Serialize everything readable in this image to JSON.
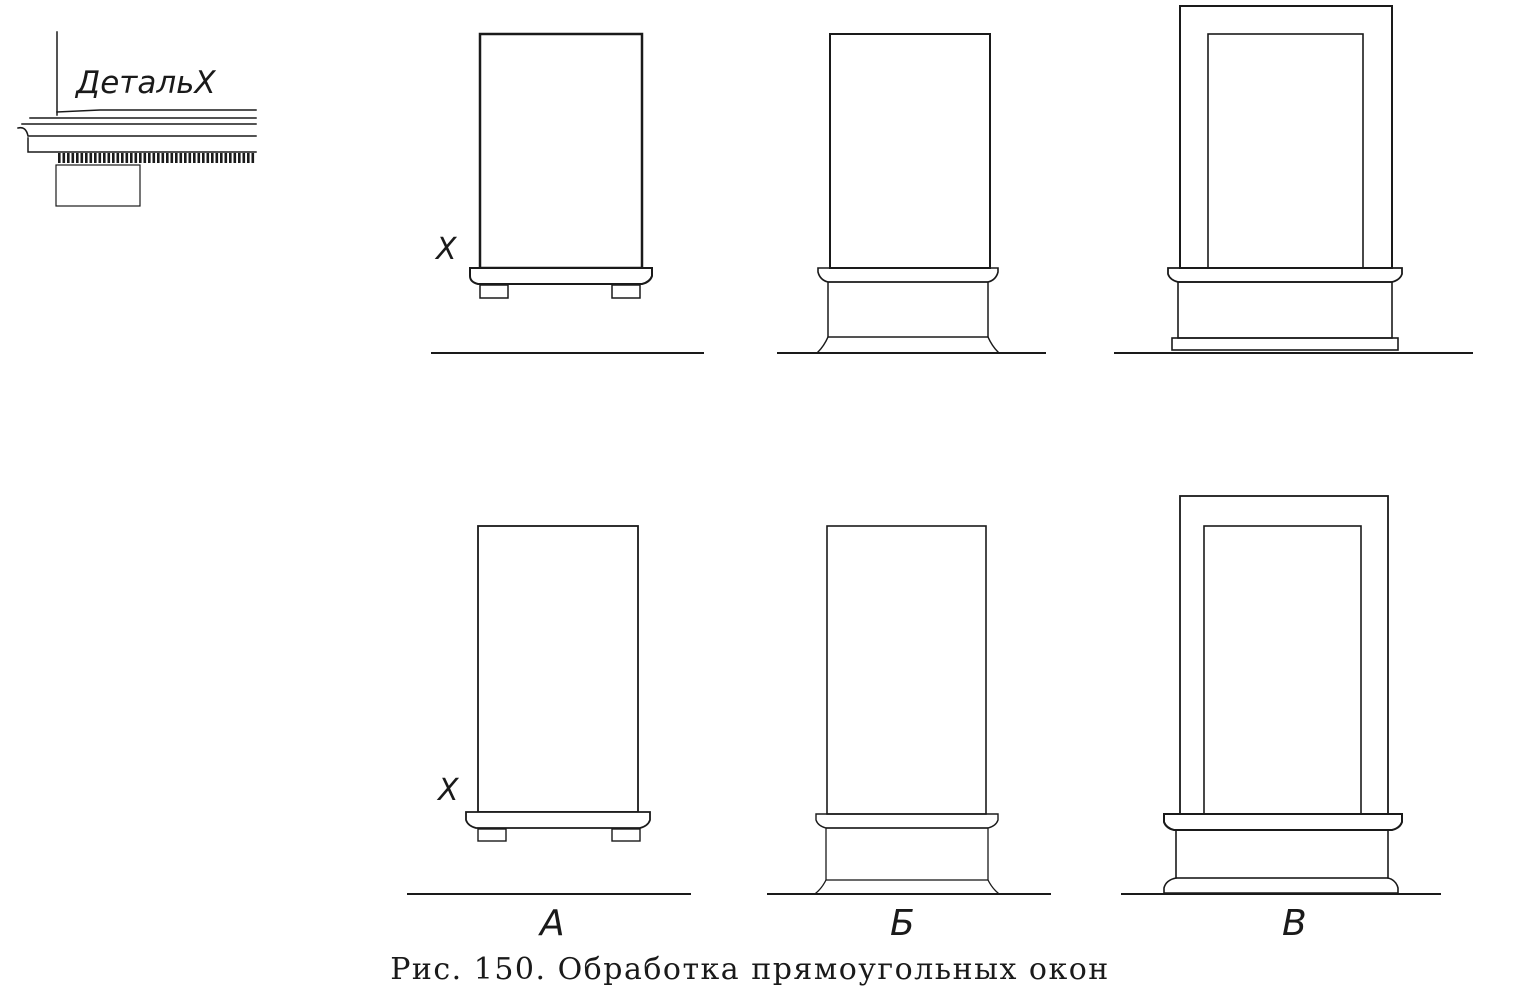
{
  "detail": {
    "label": "ДетальX"
  },
  "markers": {
    "x_top": "X",
    "x_bottom": "X"
  },
  "variants": [
    {
      "id": "A",
      "label": "А"
    },
    {
      "id": "B",
      "label": "Б"
    },
    {
      "id": "V",
      "label": "В"
    }
  ],
  "caption": "Рис. 150. Обработка прямоугольных окон",
  "colors": {
    "ink": "#1a1a1a",
    "paper": "#ffffff"
  }
}
